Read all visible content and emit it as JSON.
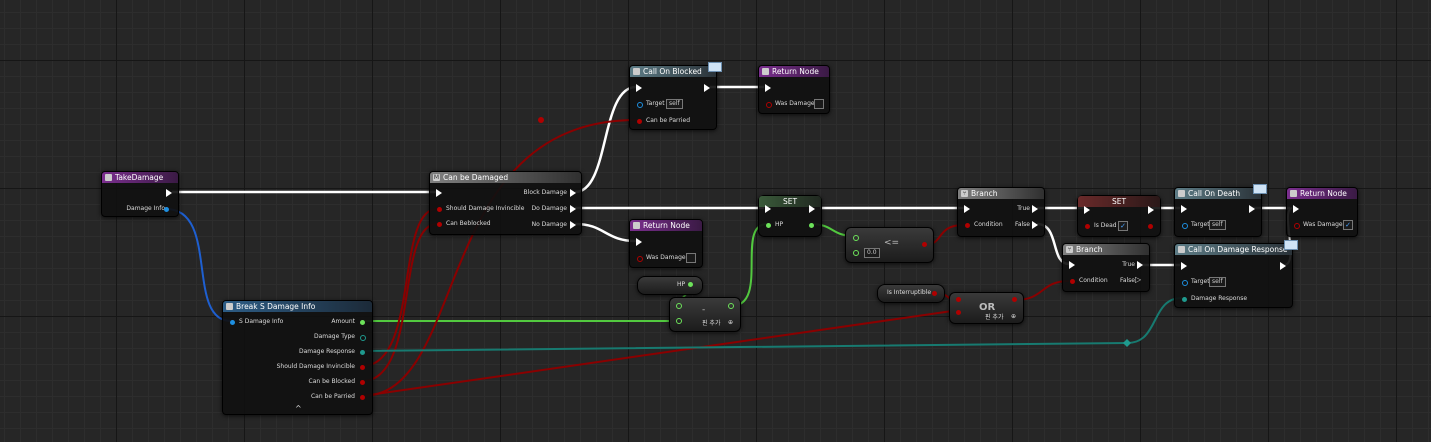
{
  "nodes": {
    "take_damage": {
      "title": "TakeDamage",
      "pin_damage_info": "Damage Info"
    },
    "break_damage_info": {
      "title": "Break S Damage Info",
      "pin_input": "S Damage Info",
      "pins_out": [
        "Amount",
        "Damage Type",
        "Damage Response",
        "Should Damage Invincible",
        "Can be Blocked",
        "Can be Parried"
      ],
      "expand": "^"
    },
    "can_be_damaged": {
      "title": "Can be Damaged",
      "pins_in": [
        "Should Damage Invincible",
        "Can Beblocked"
      ],
      "pins_out": [
        "Block Damage",
        "Do Damage",
        "No Damage"
      ]
    },
    "call_on_blocked": {
      "title": "Call On Blocked",
      "pin_target": "Target",
      "target_value": "self",
      "pin_parried": "Can be Parried"
    },
    "return_blocked": {
      "title": "Return Node",
      "pin_was_damaged": "Was Damaged",
      "was_damaged": false
    },
    "return_no_damage": {
      "title": "Return Node",
      "pin_was_damaged": "Was Damaged",
      "was_damaged": false
    },
    "hp_getter": {
      "label": "HP"
    },
    "subtract": {
      "symbol": "-",
      "add_pin": "핀 추가"
    },
    "set_hp": {
      "title": "SET",
      "pin_hp": "HP"
    },
    "less_equal": {
      "symbol": "<=",
      "value": "0.0"
    },
    "branch1": {
      "title": "Branch",
      "pin_condition": "Condition",
      "pin_true": "True",
      "pin_false": "False"
    },
    "set_dead": {
      "title": "SET",
      "pin_is_dead": "Is Dead",
      "is_dead": true
    },
    "call_on_death": {
      "title": "Call On Death",
      "pin_target": "Target",
      "target_value": "self"
    },
    "return_final": {
      "title": "Return Node",
      "pin_was_damaged": "Was Damaged",
      "was_damaged": true
    },
    "is_interruptible": {
      "label": "Is Interruptible"
    },
    "or_node": {
      "symbol": "OR",
      "add_pin": "핀 추가"
    },
    "branch2": {
      "title": "Branch",
      "pin_condition": "Condition",
      "pin_true": "True",
      "pin_false": "False"
    },
    "call_on_damage_response": {
      "title": "Call On Damage Response",
      "pin_target": "Target",
      "target_value": "self",
      "pin_response": "Damage Response"
    }
  },
  "colors": {
    "exec": "#ffffff",
    "bool": "#b00000",
    "float": "#6de35a",
    "struct": "#1e8fe0",
    "byte": "#1f9a8e",
    "background": "#262626"
  }
}
